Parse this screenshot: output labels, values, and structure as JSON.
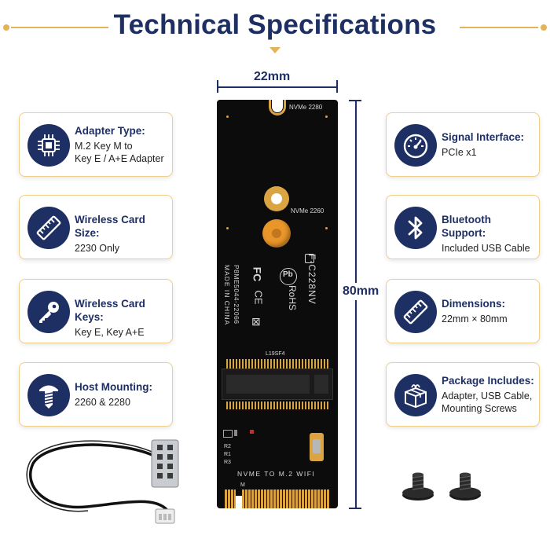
{
  "title": "Technical Specifications",
  "width_label": "22mm",
  "height_label": "80mm",
  "board": {
    "top_mark": "NVMe 2280",
    "mid_mark": "NVMe 2260",
    "model": "F-C228NV",
    "rohs": "RoHS",
    "pb_mark": "Pb",
    "part_no": "P8ME5044-22066",
    "made_in": "MADE IN CHINA",
    "slot_ref": "L19SF4",
    "bottom_text": "NVME TO M.2 WIFI",
    "key_mark": "M",
    "r_marks": [
      "R2",
      "R1",
      "R3"
    ]
  },
  "left_cards": [
    {
      "label": "Adapter Type:",
      "value": "M.2 Key M to\nKey E / A+E Adapter",
      "icon": "chip-icon"
    },
    {
      "label": "Wireless Card Size:",
      "value": "2230 Only",
      "icon": "ruler-icon"
    },
    {
      "label": "Wireless Card Keys:",
      "value": "Key E, Key A+E",
      "icon": "key-icon"
    },
    {
      "label": "Host Mounting:",
      "value": "2260 & 2280",
      "icon": "screw-icon"
    }
  ],
  "right_cards": [
    {
      "label": "Signal Interface:",
      "value": "PCIe x1",
      "icon": "gauge-icon"
    },
    {
      "label": "Bluetooth Support:",
      "value": "Included USB Cable",
      "icon": "bluetooth-icon"
    },
    {
      "label": "Dimensions:",
      "value": "22mm × 80mm",
      "icon": "ruler-icon"
    },
    {
      "label": "Package Includes:",
      "value": "Adapter, USB Cable,\nMounting Screws",
      "icon": "package-icon"
    }
  ],
  "colors": {
    "navy": "#1e2f63",
    "gold": "#e3b357",
    "board": "#0c0c0c",
    "pad_gold": "#d9a441"
  }
}
